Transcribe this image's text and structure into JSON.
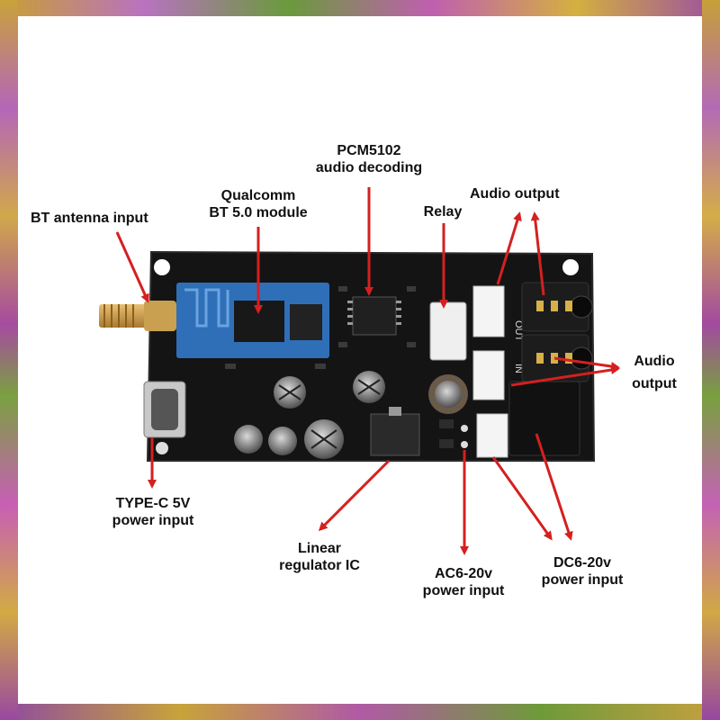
{
  "labels": {
    "pcm": {
      "line1": "PCM5102",
      "line2": "audio decoding"
    },
    "qualcomm": {
      "line1": "Qualcomm",
      "line2": "BT 5.0 module"
    },
    "bt_antenna": "BT antenna input",
    "relay": "Relay",
    "audio_output_top": "Audio output",
    "audio_output_right": {
      "line1": "Audio",
      "line2": "output"
    },
    "typec": {
      "line1": "TYPE-C 5V",
      "line2": "power input"
    },
    "linear": {
      "line1": "Linear",
      "line2": "regulator IC"
    },
    "ac": {
      "line1": "AC6-20v",
      "line2": "power input"
    },
    "dc": {
      "line1": "DC6-20v",
      "line2": "power input"
    }
  },
  "silkscreen": {
    "out": "OUT",
    "in": "IN"
  },
  "colors": {
    "arrow": "#d42020",
    "board": "#141414"
  }
}
